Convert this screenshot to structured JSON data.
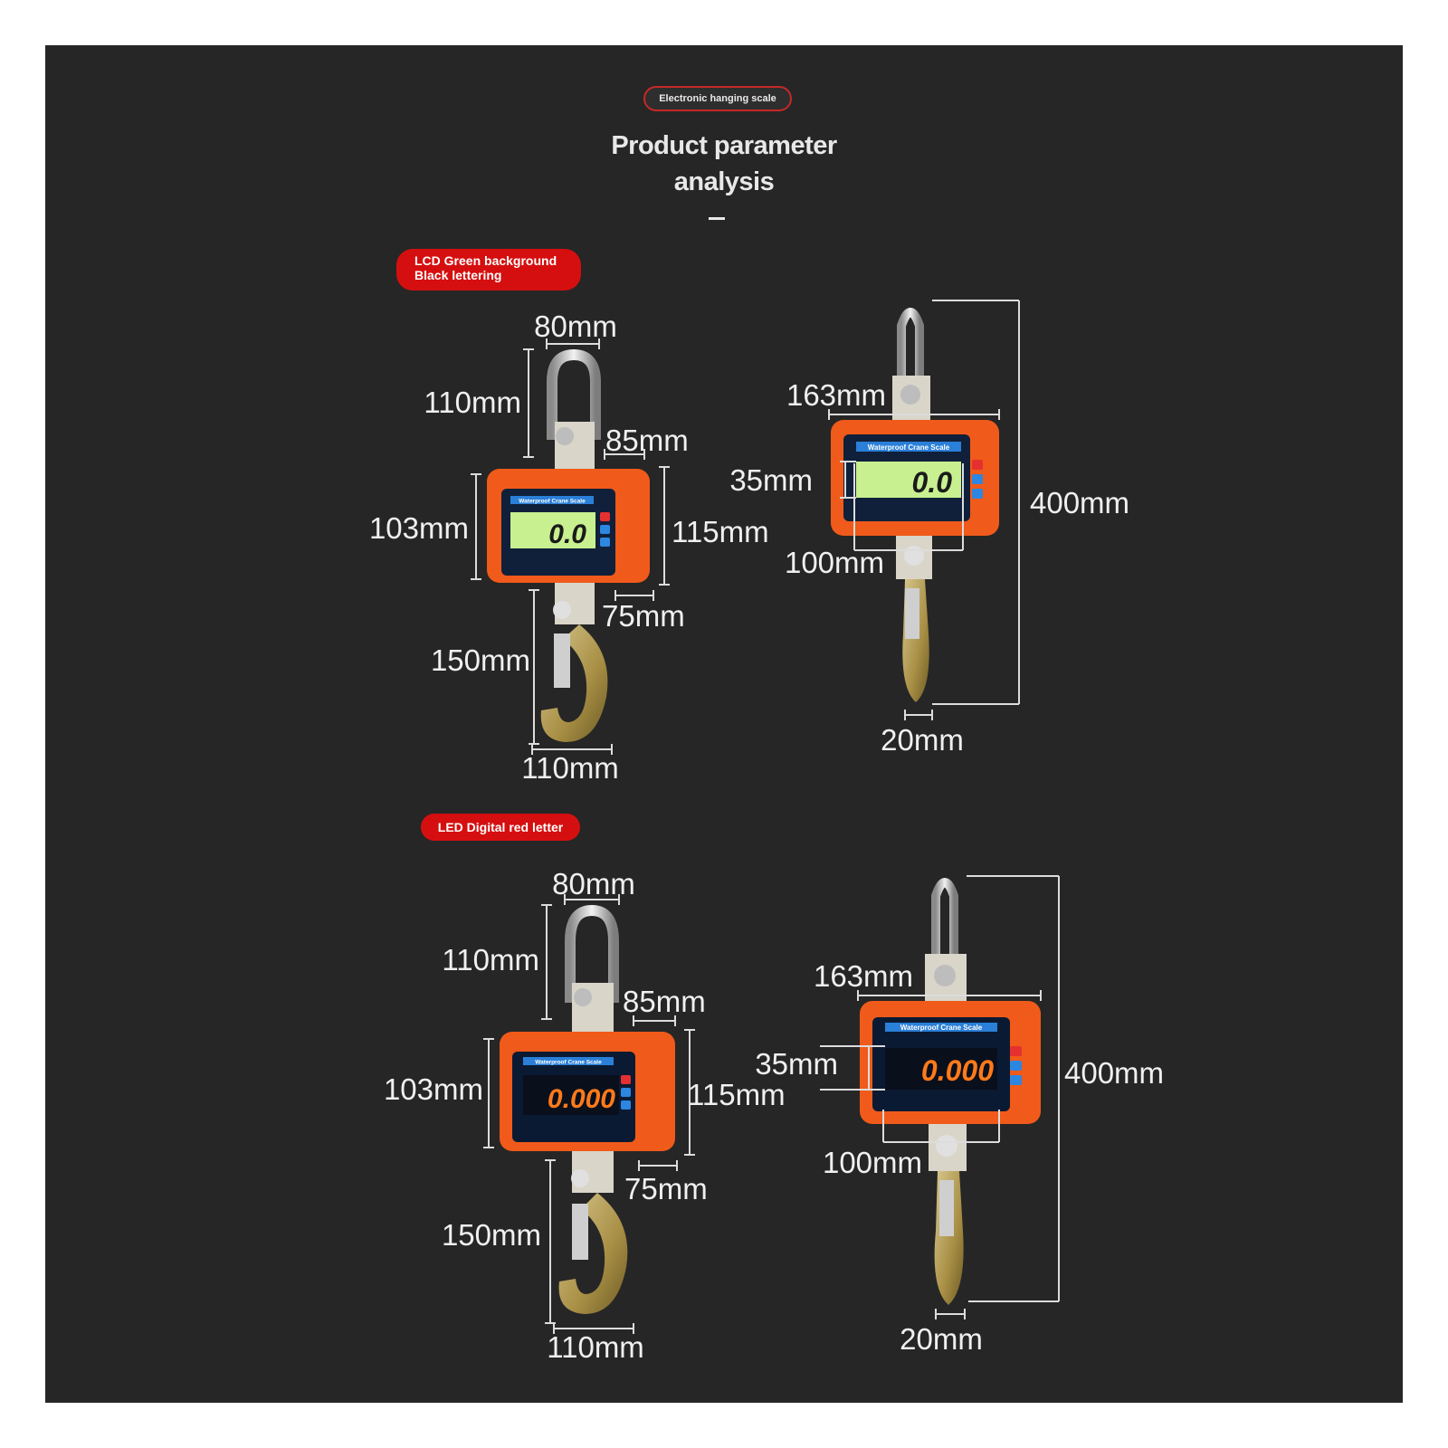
{
  "header": {
    "tag": "Electronic hanging scale",
    "title_line1": "Product parameter",
    "title_line2": "analysis"
  },
  "sections": [
    {
      "label_line1": "LCD Green background",
      "label_line2": "Black lettering",
      "screen_label": "Waterproof Crane Scale",
      "reading": "0.0",
      "front": {
        "shackle_width": "80mm",
        "shackle_height": "110mm",
        "body_depth": "85mm",
        "body_height": "103mm",
        "body_height_total": "115mm",
        "neck_width": "75mm",
        "hook_height": "150mm",
        "hook_width": "110mm"
      },
      "side": {
        "body_width": "163mm",
        "screen_height": "35mm",
        "screen_width": "100mm",
        "total_height": "400mm",
        "hook_thickness": "20mm"
      }
    },
    {
      "label": "LED Digital red letter",
      "screen_label": "Waterproof Crane Scale",
      "reading": "0.000",
      "front": {
        "shackle_width": "80mm",
        "shackle_height": "110mm",
        "body_depth": "85mm",
        "body_height": "103mm",
        "body_height_total": "115mm",
        "neck_width": "75mm",
        "hook_height": "150mm",
        "hook_width": "110mm"
      },
      "side": {
        "body_width": "163mm",
        "screen_height": "35mm",
        "screen_width": "100mm",
        "total_height": "400mm",
        "hook_thickness": "20mm"
      }
    }
  ],
  "colors": {
    "background": "#262626",
    "scale_body": "#f05a1a",
    "lcd_screen": "#c8f090",
    "led_digits": "#ff7a1a",
    "label_pill": "#d50f0f"
  }
}
